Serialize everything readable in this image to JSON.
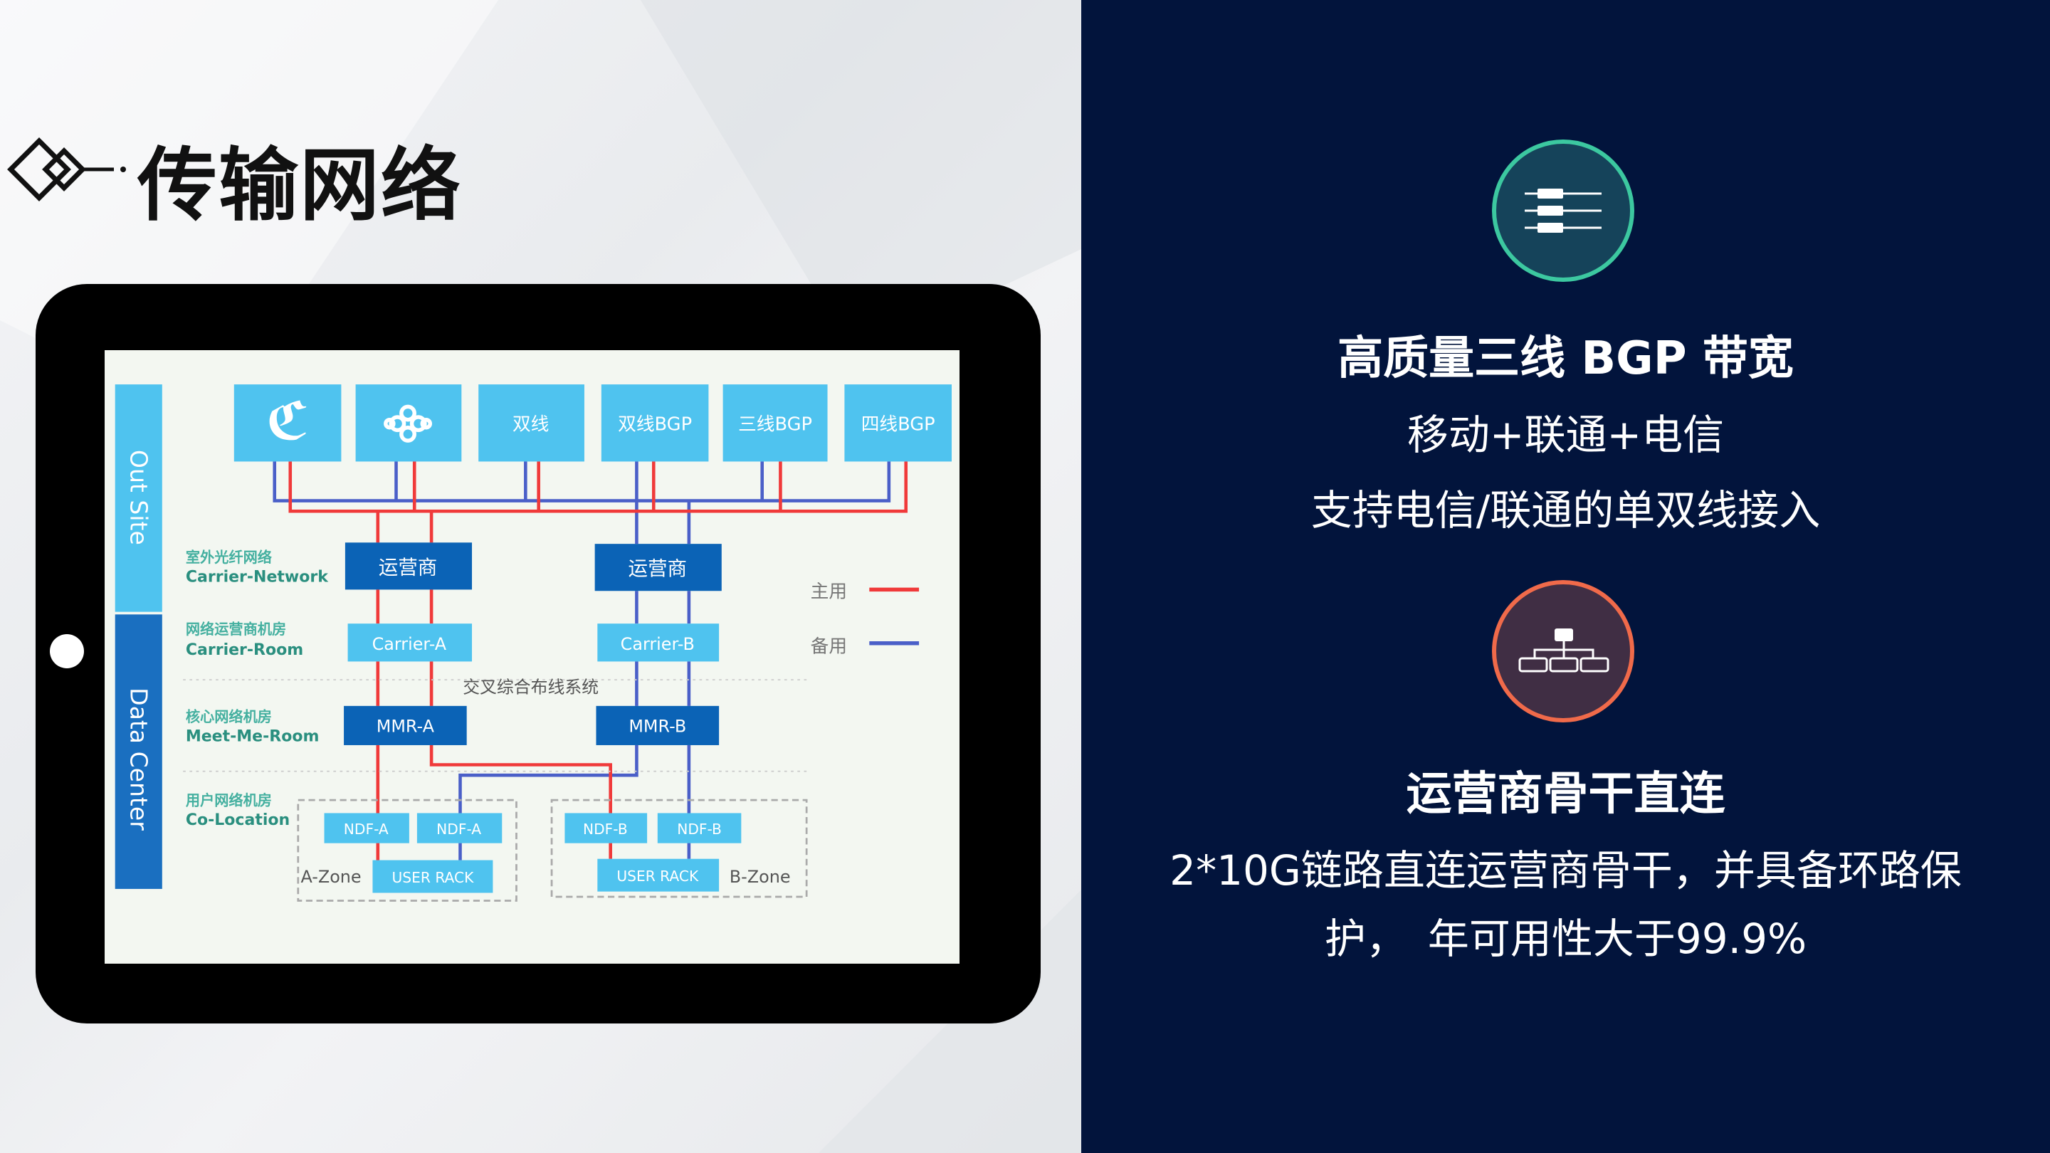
{
  "page": {
    "title": "传输网络"
  },
  "colors": {
    "navy": "#02143c",
    "primary_line": "#f03a3a",
    "backup_line": "#4a5fc8",
    "light_blue": "#4fc3ef",
    "dark_blue": "#1a6fc0",
    "teal_ring": "#3cc8a0",
    "orange_ring": "#f06a4a"
  },
  "diagram": {
    "side_labels": [
      "Out Site",
      "Data Center"
    ],
    "top_boxes": [
      {
        "icon": "china-telecom-logo"
      },
      {
        "icon": "china-unicom-logo"
      },
      {
        "label": "双线"
      },
      {
        "label": "双线BGP"
      },
      {
        "label": "三线BGP"
      },
      {
        "label": "四线BGP"
      }
    ],
    "layers": [
      {
        "cn": "室外光纤网络",
        "en": "Carrier-Network"
      },
      {
        "cn": "网络运营商机房",
        "en": "Carrier-Room"
      },
      {
        "cn": "核心网络机房",
        "en": "Meet-Me-Room"
      },
      {
        "cn": "用户网络机房",
        "en": "Co-Location"
      }
    ],
    "carrier_left": "运营商",
    "carrier_right": "运营商",
    "carrier_a": "Carrier-A",
    "carrier_b": "Carrier-B",
    "cross_label": "交叉综合布线系统",
    "mmr_a": "MMR-A",
    "mmr_b": "MMR-B",
    "ndf": [
      "NDF-A",
      "NDF-A",
      "NDF-B",
      "NDF-B"
    ],
    "user_rack_a": "USER RACK",
    "user_rack_b": "USER RACK",
    "zone_a": "A-Zone",
    "zone_b": "B-Zone",
    "legend": {
      "primary": "主用",
      "backup": "备用"
    }
  },
  "features": [
    {
      "icon": "bandwidth-lines-icon",
      "title": "高质量三线 BGP 带宽",
      "lines": [
        "移动+联通+电信",
        "支持电信/联通的单双线接入"
      ]
    },
    {
      "icon": "network-hierarchy-icon",
      "title": "运营商骨干直连",
      "lines": [
        "2*10G链路直连运营商骨干，并具备环路保",
        "护，　年可用性大于99.9%"
      ]
    }
  ]
}
